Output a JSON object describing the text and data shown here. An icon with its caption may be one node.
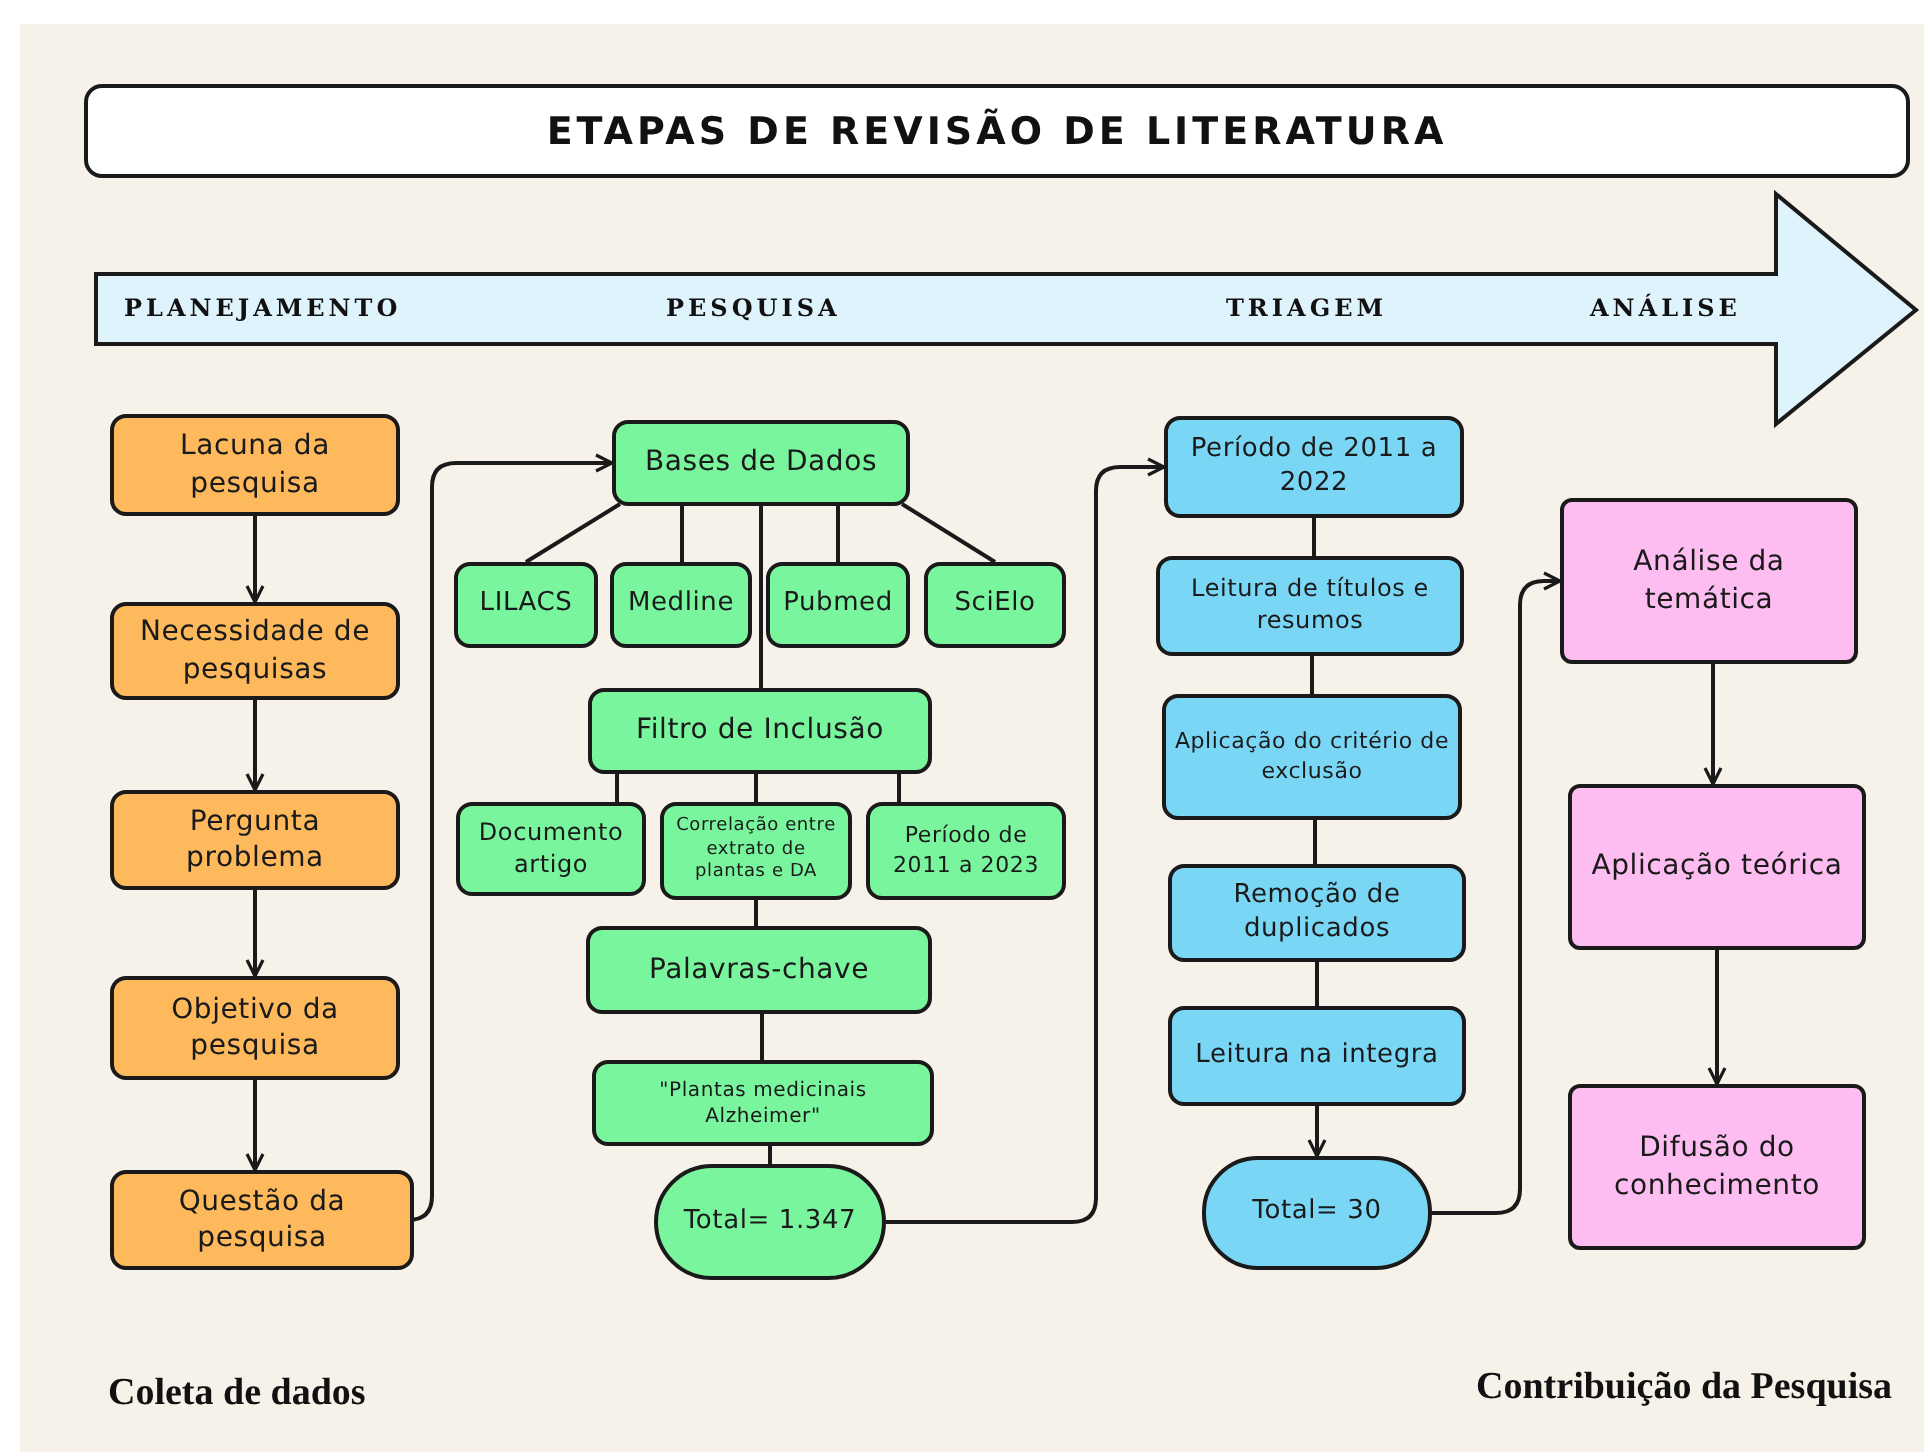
{
  "diagram": {
    "title": "ETAPAS DE REVISÃO DE LITERATURA",
    "nodes": [
      {
        "text": [
          "Lacuna da pesquisa"
        ]
      },
      {
        "text": [
          "Necessidade de pesquisas"
        ]
      },
      {
        "text": [
          "Pergunta problema"
        ]
      },
      {
        "text": [
          "Objetivo da pesquisa"
        ]
      },
      {
        "text": [
          "Questão da pesquisa"
        ]
      },
      {
        "text": [
          "Bases de Dados"
        ]
      },
      {
        "text": [
          "LILACS"
        ]
      },
      {
        "text": [
          "Medline"
        ]
      },
      {
        "text": [
          "Pubmed"
        ]
      },
      {
        "text": [
          "SciElo"
        ]
      },
      {
        "text": [
          "Filtro de Inclusão"
        ]
      },
      {
        "text": [
          "Documento artigo"
        ]
      },
      {
        "text": [
          "Correlação entre extrato de plantas e DA"
        ]
      },
      {
        "text": [
          "Período de 2011 a 2023"
        ]
      },
      {
        "text": [
          "Palavras-chave"
        ]
      },
      {
        "text": [
          "\"Plantas medicinais Alzheimer\""
        ]
      },
      {
        "text": [
          "Total= 1.347"
        ]
      },
      {
        "text": [
          "Período de 2011 a 2022"
        ]
      },
      {
        "text": [
          "Leitura de títulos e resumos"
        ]
      },
      {
        "text": [
          "Aplicação do critério de exclusão"
        ]
      },
      {
        "text": [
          "Remoção de duplicados"
        ]
      },
      {
        "text": [
          "Leitura na integra"
        ]
      },
      {
        "text": [
          "Total= 30"
        ]
      },
      {
        "text": [
          "Análise da temática"
        ]
      },
      {
        "text": [
          "Aplicação teórica"
        ]
      },
      {
        "text": [
          "Difusão do conhecimento"
        ]
      }
    ],
    "edges": [
      {
        "from": 0,
        "to": 1,
        "arrow": "to"
      },
      {
        "from": 1,
        "to": 2,
        "arrow": "to"
      },
      {
        "from": 2,
        "to": 3,
        "arrow": "to"
      },
      {
        "from": 3,
        "to": 4,
        "arrow": "to"
      },
      {
        "from": 4,
        "to": 5,
        "arrow": "to"
      },
      {
        "from": 5,
        "to": 6,
        "arrow": "none"
      },
      {
        "from": 5,
        "to": 7,
        "arrow": "none"
      },
      {
        "from": 5,
        "to": 8,
        "arrow": "none"
      },
      {
        "from": 5,
        "to": 9,
        "arrow": "none"
      },
      {
        "from": 5,
        "to": 10,
        "arrow": "none"
      },
      {
        "from": 10,
        "to": 11,
        "arrow": "none"
      },
      {
        "from": 10,
        "to": 12,
        "arrow": "none"
      },
      {
        "from": 10,
        "to": 13,
        "arrow": "none"
      },
      {
        "from": 12,
        "to": 14,
        "arrow": "none"
      },
      {
        "from": 14,
        "to": 15,
        "arrow": "none"
      },
      {
        "from": 15,
        "to": 16,
        "arrow": "none"
      },
      {
        "from": 16,
        "to": 17,
        "arrow": "to"
      },
      {
        "from": 17,
        "to": 18,
        "arrow": "none"
      },
      {
        "from": 18,
        "to": 19,
        "arrow": "none"
      },
      {
        "from": 19,
        "to": 20,
        "arrow": "none"
      },
      {
        "from": 20,
        "to": 21,
        "arrow": "none"
      },
      {
        "from": 21,
        "to": 22,
        "arrow": "to"
      },
      {
        "from": 22,
        "to": 23,
        "arrow": "to"
      },
      {
        "from": 23,
        "to": 24,
        "arrow": "to"
      },
      {
        "from": 24,
        "to": 25,
        "arrow": "to"
      }
    ],
    "labels": [
      "PLANEJAMENTO",
      "PESQUISA",
      "TRIAGEM",
      "ANÁLISE",
      "Coleta de dados",
      "Contribuição da Pesquisa"
    ]
  }
}
